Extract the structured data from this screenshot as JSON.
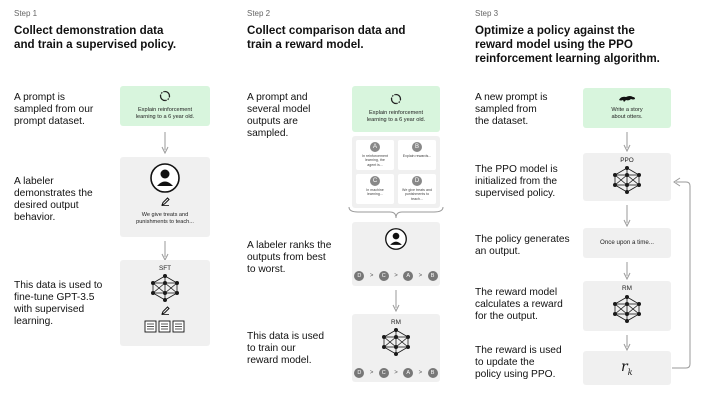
{
  "columns": [
    {
      "step": "Step 1",
      "heading_line1": "Collect demonstration data",
      "heading_line2": "and train a supervised policy.",
      "desc1": [
        "A prompt is",
        "sampled from our",
        "prompt dataset."
      ],
      "desc2": [
        "A labeler",
        "demonstrates the",
        "desired output",
        "behavior."
      ],
      "desc3": [
        "This data is used to",
        "fine-tune GPT-3.5",
        "with supervised",
        "learning."
      ],
      "prompt_card": [
        "Explain reinforcement",
        "learning to a 6 year old."
      ],
      "demo_card": [
        "We give treats and",
        "punishments to teach..."
      ],
      "model_label": "SFT"
    },
    {
      "step": "Step 2",
      "heading_line1": "Collect comparison data and",
      "heading_line2": "train a reward model.",
      "desc1": [
        "A prompt and",
        "several model",
        "outputs are",
        "sampled."
      ],
      "desc2": [
        "A labeler ranks the",
        "outputs from best",
        "to worst."
      ],
      "desc3": [
        "This data is used",
        "to train our",
        "reward model."
      ],
      "prompt_card": [
        "Explain reinforcement",
        "learning to a 6 year old."
      ],
      "outputs": [
        {
          "letter": "A",
          "text": [
            "In reinforcement",
            "learning, the",
            "agent is..."
          ]
        },
        {
          "letter": "B",
          "text": [
            "Explain rewards..."
          ]
        },
        {
          "letter": "C",
          "text": [
            "In machine",
            "learning..."
          ]
        },
        {
          "letter": "D",
          "text": [
            "We give treats and",
            "punishments to",
            "teach..."
          ]
        }
      ],
      "ranking": [
        "D",
        "C",
        "A",
        "B"
      ],
      "ranking_sep": ">",
      "model_label": "RM"
    },
    {
      "step": "Step 3",
      "heading_line1": "Optimize a policy against the",
      "heading_line2": "reward model using the PPO",
      "heading_line3": "reinforcement learning algorithm.",
      "desc1": [
        "A new prompt is",
        "sampled from",
        "the dataset."
      ],
      "desc2": [
        "The PPO model is",
        "initialized from the",
        "supervised policy."
      ],
      "desc3": [
        "The policy generates",
        "an output."
      ],
      "desc4": [
        "The reward model",
        "calculates a reward",
        "for the output."
      ],
      "desc5": [
        "The reward is used",
        "to update the",
        "policy using PPO."
      ],
      "prompt_card": [
        "Write a story",
        "about otters."
      ],
      "ppo_label": "PPO",
      "output_text": "Once upon a time...",
      "rm_label": "RM",
      "reward_symbol": "r",
      "reward_sub": "k"
    }
  ],
  "colors": {
    "green_card": "#d8f5dd",
    "gray_card": "#f0f0f0",
    "arrow": "#9a9a9a",
    "node": "#1a1a1a"
  },
  "icons": [
    "recycle-icon",
    "person-icon",
    "pencil-icon",
    "neural-network-icon",
    "document-icon",
    "otter-icon",
    "feedback-arrow-icon"
  ]
}
